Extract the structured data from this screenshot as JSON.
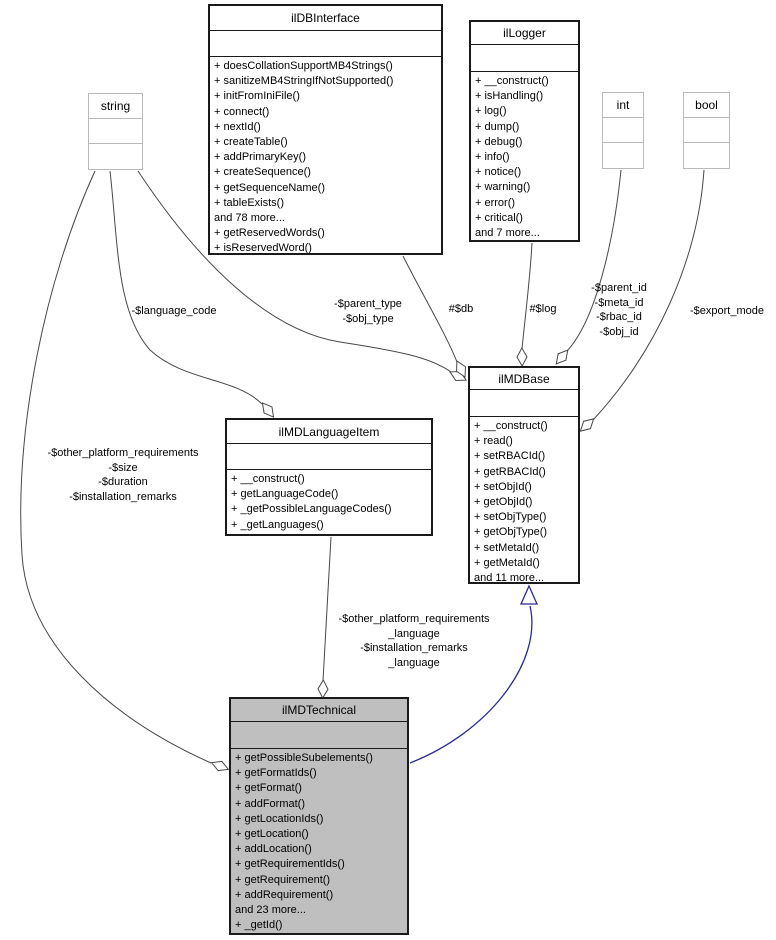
{
  "diagram": {
    "type": "uml-collaboration-diagram",
    "classes": {
      "ilDBInterface": {
        "title": "ilDBInterface",
        "methods": [
          "+ doesCollationSupportMB4Strings()",
          "+ sanitizeMB4StringIfNotSupported()",
          "+ initFromIniFile()",
          "+ connect()",
          "+ nextId()",
          "+ createTable()",
          "+ addPrimaryKey()",
          "+ createSequence()",
          "+ getSequenceName()",
          "+ tableExists()",
          "and 78 more...",
          "+ getReservedWords()",
          "+ isReservedWord()"
        ]
      },
      "ilLogger": {
        "title": "ilLogger",
        "methods": [
          "+ __construct()",
          "+ isHandling()",
          "+ log()",
          "+ dump()",
          "+ debug()",
          "+ info()",
          "+ notice()",
          "+ warning()",
          "+ error()",
          "+ critical()",
          "and 7 more..."
        ]
      },
      "string": {
        "title": "string",
        "methods": []
      },
      "int": {
        "title": "int",
        "methods": []
      },
      "bool": {
        "title": "bool",
        "methods": []
      },
      "ilMDBase": {
        "title": "ilMDBase",
        "methods": [
          "+ __construct()",
          "+ read()",
          "+ setRBACId()",
          "+ getRBACId()",
          "+ setObjId()",
          "+ getObjId()",
          "+ setObjType()",
          "+ getObjType()",
          "+ setMetaId()",
          "+ getMetaId()",
          "and 11 more..."
        ]
      },
      "ilMDLanguageItem": {
        "title": "ilMDLanguageItem",
        "methods": [
          "+ __construct()",
          "+ getLanguageCode()",
          "+ _getPossibleLanguageCodes()",
          "+ _getLanguages()"
        ]
      },
      "ilMDTechnical": {
        "title": "ilMDTechnical",
        "methods": [
          "+ getPossibleSubelements()",
          "+ getFormatIds()",
          "+ getFormat()",
          "+ addFormat()",
          "+ getLocationIds()",
          "+ getLocation()",
          "+ addLocation()",
          "+ getRequirementIds()",
          "+ getRequirement()",
          "+ addRequirement()",
          "and 23 more...",
          "+ _getId()"
        ]
      }
    },
    "edge_labels": {
      "language_code": "-$language_code",
      "parent_obj_type": "-$parent_type\n-$obj_type",
      "db": "#$db",
      "log": "#$log",
      "base_ids": "-$parent_id\n-$meta_id\n-$rbac_id\n-$obj_id",
      "export_mode": "-$export_mode",
      "platform_reqs": "-$other_platform_requirements\n-$size\n-$duration\n-$installation_remarks",
      "language_fields": "-$other_platform_requirements\n_language\n-$installation_remarks\n_language"
    },
    "relations": [
      {
        "from": "ilDBInterface",
        "to": "ilMDBase",
        "type": "aggregation",
        "label_key": "db"
      },
      {
        "from": "ilLogger",
        "to": "ilMDBase",
        "type": "aggregation",
        "label_key": "log"
      },
      {
        "from": "string",
        "to": "ilMDBase",
        "type": "aggregation",
        "label_key": "parent_obj_type"
      },
      {
        "from": "int",
        "to": "ilMDBase",
        "type": "aggregation",
        "label_key": "base_ids"
      },
      {
        "from": "bool",
        "to": "ilMDBase",
        "type": "aggregation",
        "label_key": "export_mode"
      },
      {
        "from": "string",
        "to": "ilMDLanguageItem",
        "type": "aggregation",
        "label_key": "language_code"
      },
      {
        "from": "string",
        "to": "ilMDTechnical",
        "type": "aggregation",
        "label_key": "platform_reqs"
      },
      {
        "from": "ilMDLanguageItem",
        "to": "ilMDTechnical",
        "type": "aggregation",
        "label_key": "language_fields"
      },
      {
        "from": "ilMDBase",
        "to": "ilMDTechnical",
        "type": "inheritance"
      }
    ],
    "colors": {
      "background": "#ffffff",
      "box_fill": "#ffffff",
      "current_class_fill": "#bfbfbf",
      "class_border": "#1a1a1a",
      "plain_type_border": "#b9b9b9",
      "edge": "#474747",
      "inheritance_edge": "#2a2a90",
      "text": "#000000"
    }
  }
}
